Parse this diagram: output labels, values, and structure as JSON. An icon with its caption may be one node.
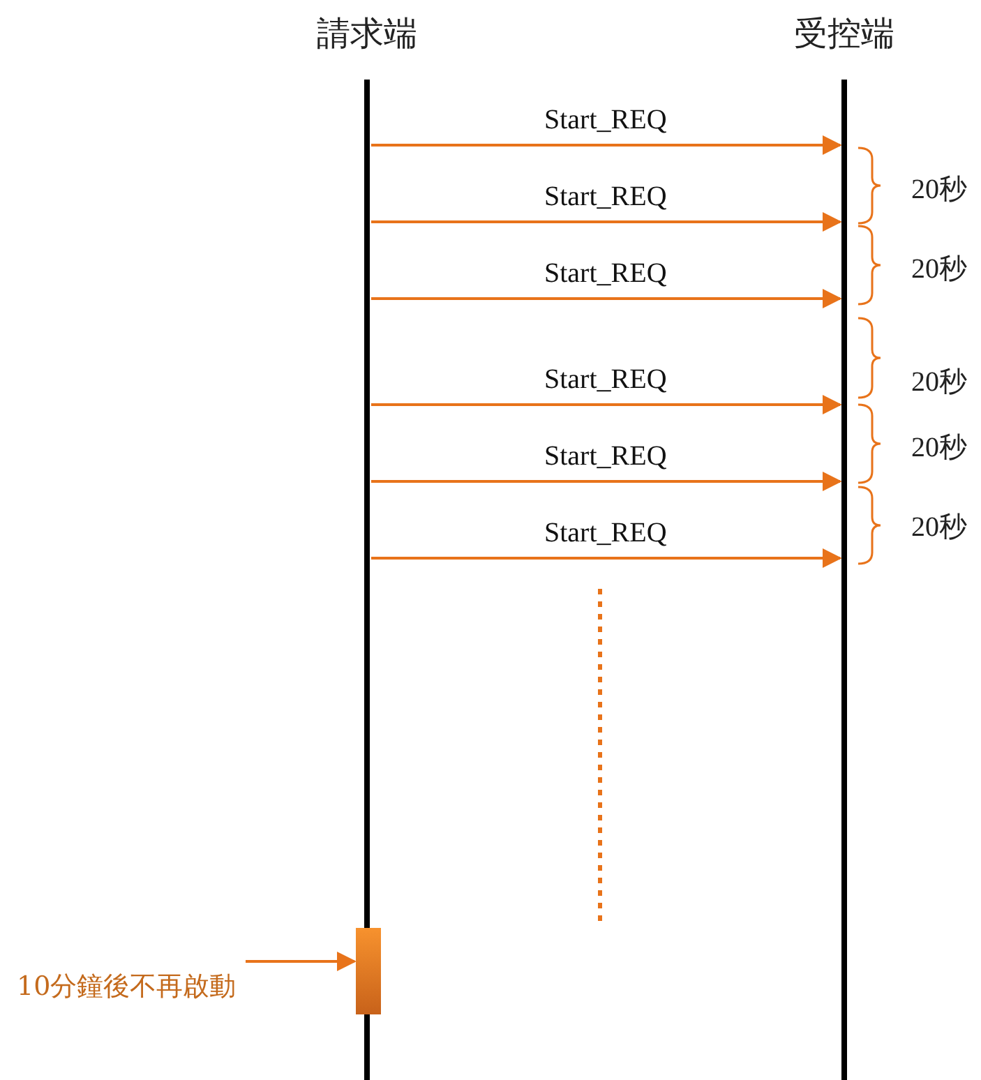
{
  "diagram": {
    "nodes": [
      {
        "text": [
          "請求端"
        ]
      },
      {
        "text": [
          "受控端"
        ]
      },
      {
        "text": [],
        "shape": "bar"
      },
      {
        "text": [
          "10分鐘後不再啟動"
        ]
      }
    ],
    "edges": [
      {
        "from": 0,
        "to": 1,
        "arrow": "to",
        "label": "Start_REQ"
      },
      {
        "from": 0,
        "to": 1,
        "arrow": "to",
        "label": "Start_REQ"
      },
      {
        "from": 0,
        "to": 1,
        "arrow": "to",
        "label": "Start_REQ"
      },
      {
        "from": 0,
        "to": 1,
        "arrow": "to",
        "label": "Start_REQ"
      },
      {
        "from": 0,
        "to": 1,
        "arrow": "to",
        "label": "Start_REQ"
      },
      {
        "from": 0,
        "to": 1,
        "arrow": "to",
        "label": "Start_REQ"
      },
      {
        "from": 3,
        "to": 2,
        "arrow": "to"
      }
    ],
    "labels": [
      "20秒",
      "20秒",
      "20秒",
      "20秒",
      "20秒"
    ]
  }
}
